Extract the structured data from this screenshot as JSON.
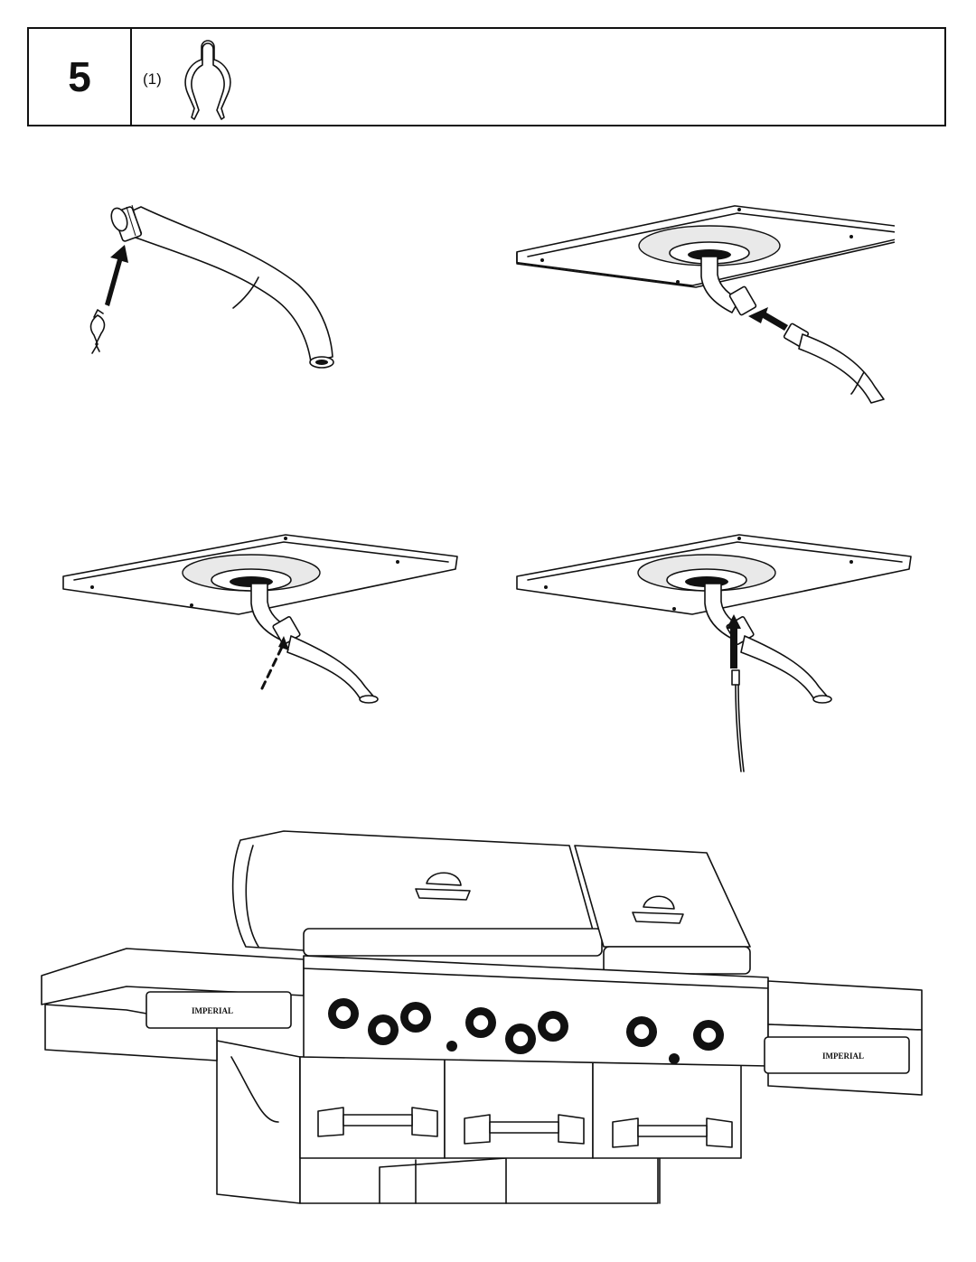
{
  "step": {
    "number": "5"
  },
  "parts": [
    {
      "quantity": "(1)",
      "icon": "retaining-clip-icon"
    }
  ],
  "figures": [
    {
      "id": "hose-and-clip",
      "icon": "hose-icon"
    },
    {
      "id": "hose-to-burner-valve",
      "icon": "arrow-icon"
    },
    {
      "id": "clip-installed",
      "icon": "arrow-icon"
    },
    {
      "id": "igniter-wire-connect",
      "icon": "arrow-icon"
    },
    {
      "id": "grill-assembly-overview",
      "icon": "grill-icon"
    }
  ],
  "brand_labels": {
    "left_side_shelf": "IMPERIAL",
    "right_side_shelf": "IMPERIAL"
  }
}
